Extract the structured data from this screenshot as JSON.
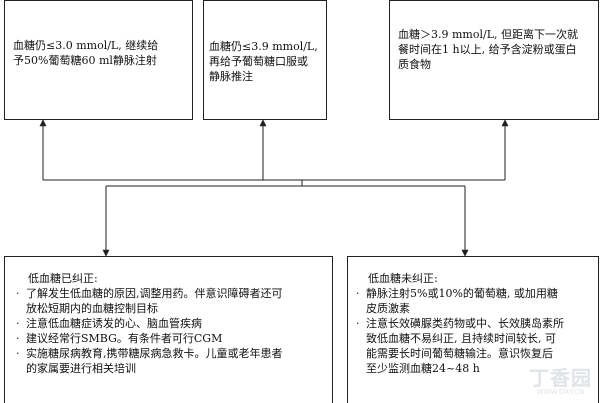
{
  "boxes": {
    "top_left": {
      "lines": [
        "血糖仍≤3.0 mmol/L, 继续给",
        "予50%葡萄糖60 ml静脉注射"
      ]
    },
    "top_middle": {
      "lines": [
        "血糖仍≤3.9 mmol/L,",
        "再给予葡萄糖口服或",
        "静脉推注"
      ]
    },
    "top_right": {
      "lines": [
        "血糖＞3.9 mmol/L, 但距离下一次就",
        "餐时间在1 h以上, 给予含淀粉或蛋白",
        "质食物"
      ]
    },
    "bottom_left": {
      "title": "低血糖已纠正:",
      "items": [
        [
          "了解发生低血糖的原因,调整用药。伴意识障碍者还可",
          "放松短期内的血糖控制目标"
        ],
        [
          "注意低血糖症诱发的心、脑血管疾病"
        ],
        [
          "建议经常行SMBG。有条件者可行CGM"
        ],
        [
          "实施糖尿病教育,携带糖尿病急救卡。儿童或老年患者",
          "的家属要进行相关培训"
        ]
      ]
    },
    "bottom_right": {
      "title": "低血糖未纠正:",
      "items": [
        [
          "静脉注射5%或10%的葡萄糖, 或加用糖",
          "皮质激素"
        ],
        [
          "注意长效磺脲类药物或中、长效胰岛素所",
          "致低血糖不易纠正, 且持续时间较长, 可",
          "能需要长时间葡萄糖输注。意识恢复后",
          "至少监测血糖24~48 h"
        ]
      ]
    }
  },
  "watermark": {
    "logo": "丁香园",
    "url": "WWW.DXY.CN"
  },
  "colors": {
    "line": "#222222",
    "watermark": "#c8cdd4"
  }
}
